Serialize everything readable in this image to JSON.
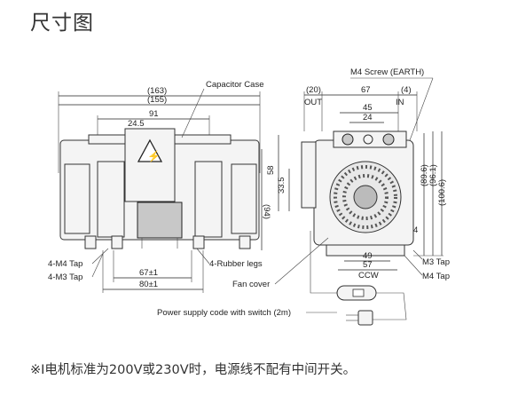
{
  "title": "尺寸图",
  "note": "※I电机标准为200V或230V时，电源线不配有中间开关。",
  "labels": {
    "capacitor_case": "Capacitor Case",
    "m4_screw_earth": "M4 Screw (EARTH)",
    "out": "OUT",
    "in": "IN",
    "m4_tap_4": "4-M4 Tap",
    "m3_tap_4": "4-M3 Tap",
    "rubber_legs": "4-Rubber legs",
    "fan_cover": "Fan cover",
    "m3_tap": "M3 Tap",
    "m4_tap": "M4 Tap",
    "ccw": "CCW",
    "power_cord": "Power supply code with switch (2m)"
  },
  "dimensions": {
    "d163": "(163)",
    "d155": "(155)",
    "d91": "91",
    "d24_5": "24.5",
    "d94": "(94)",
    "d67pm1": "67±1",
    "d80pm1": "80±1",
    "d58": "58",
    "d33_5": "33.5",
    "d20": "(20)",
    "d67": "67",
    "d4_top": "(4)",
    "d45": "45",
    "d24": "24",
    "d89_6": "(89.6)",
    "d96_1": "(96.1)",
    "d100_6": "(100.6)",
    "d4_side": "4",
    "d49": "49",
    "d57": "57"
  }
}
